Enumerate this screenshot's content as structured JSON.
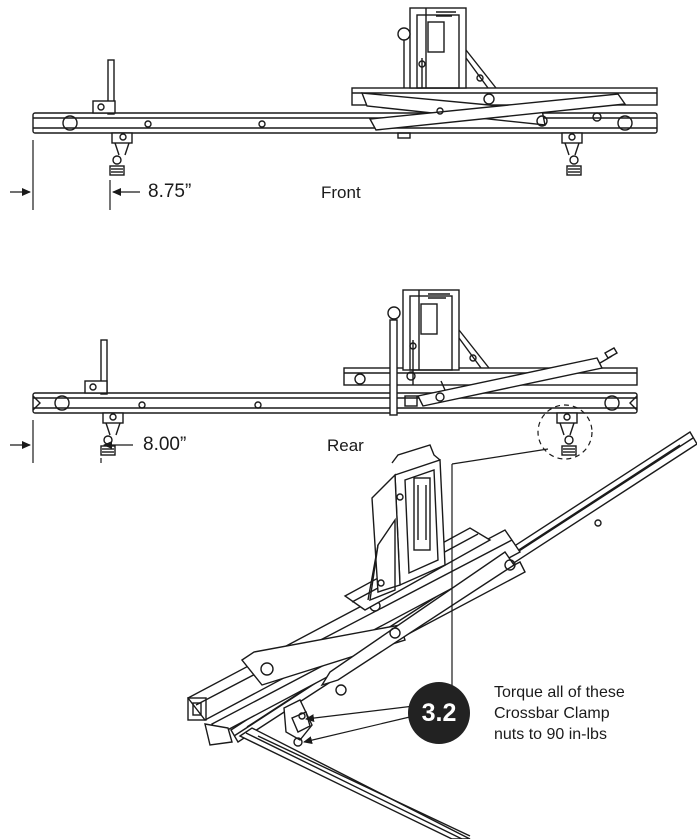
{
  "front_view": {
    "dimension": "8.75”",
    "label": "Front"
  },
  "rear_view": {
    "dimension": "8.00”",
    "label": "Rear"
  },
  "step": {
    "number": "3.2",
    "note_lines": [
      "Torque all of these",
      "Crossbar Clamp",
      "nuts to 90 in-lbs"
    ]
  },
  "colors": {
    "line": "#1a1a1a",
    "badge": "#222222",
    "badge_text": "#ffffff",
    "background": "#ffffff"
  }
}
